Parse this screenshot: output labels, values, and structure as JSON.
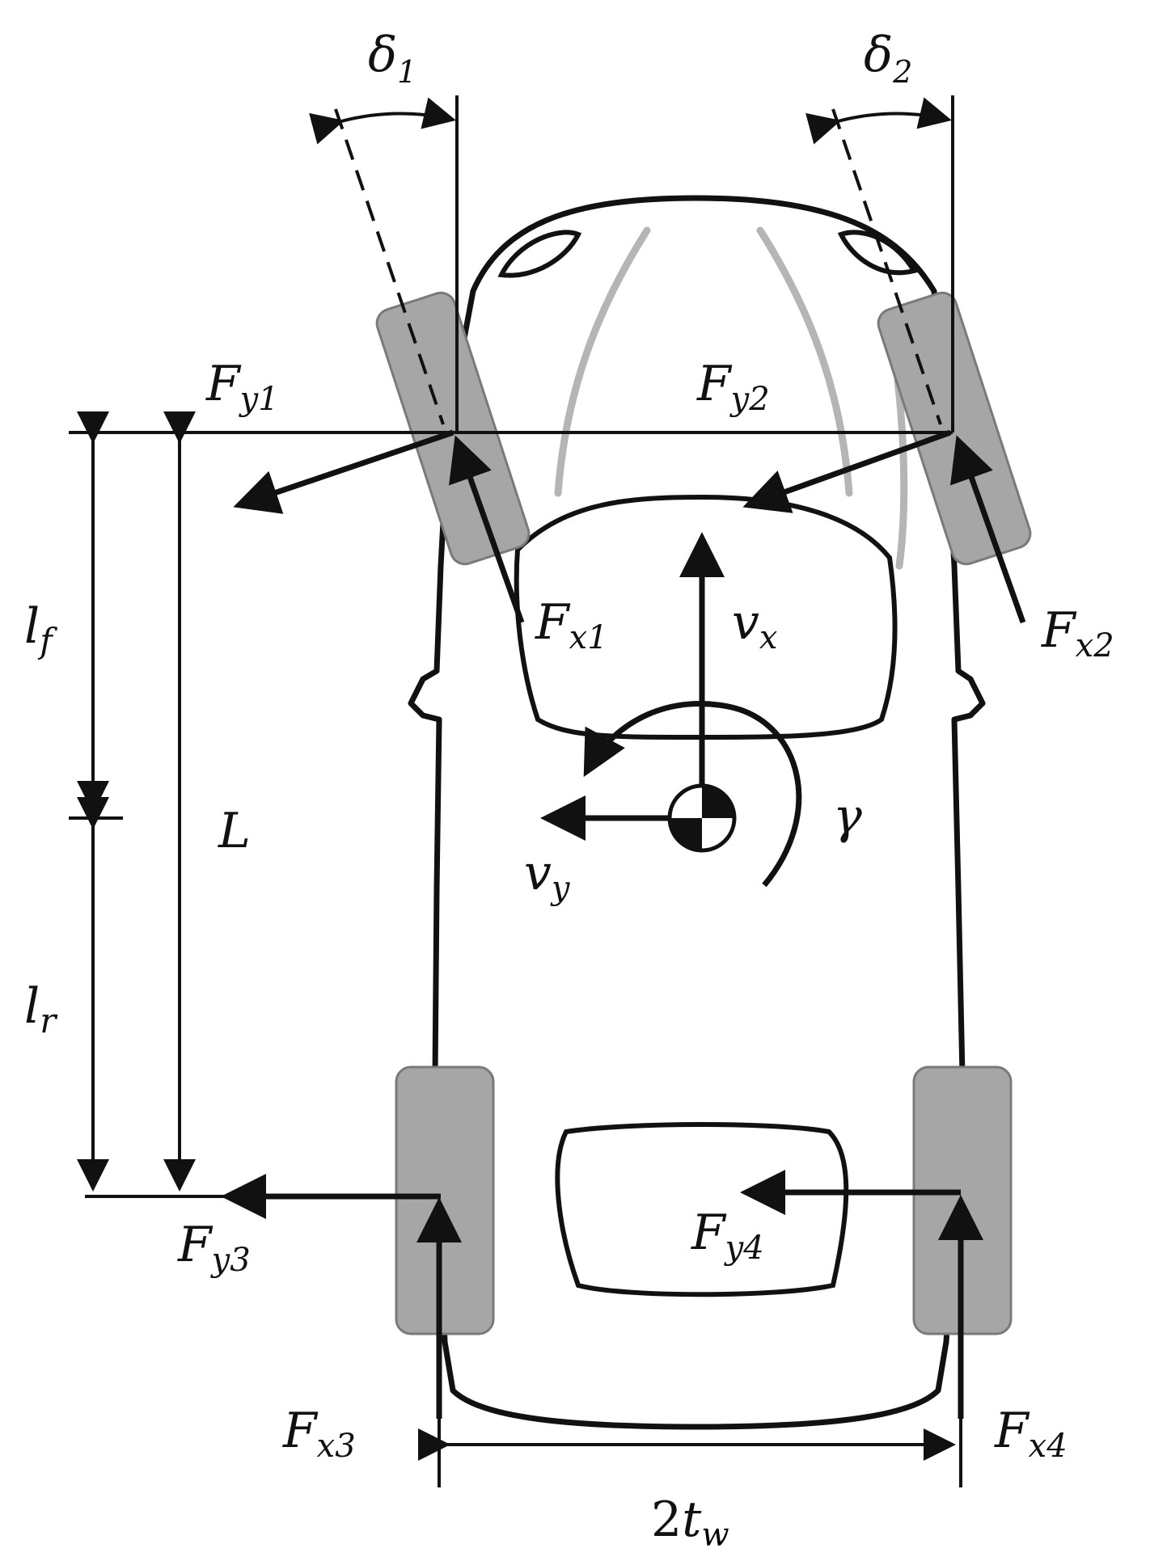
{
  "labels": {
    "delta1": {
      "main": "δ",
      "sub": "1"
    },
    "delta2": {
      "main": "δ",
      "sub": "2"
    },
    "fy1": {
      "main": "F",
      "sub": "y1"
    },
    "fy2": {
      "main": "F",
      "sub": "y2"
    },
    "fy3": {
      "main": "F",
      "sub": "y3"
    },
    "fy4": {
      "main": "F",
      "sub": "y4"
    },
    "fx1": {
      "main": "F",
      "sub": "x1"
    },
    "fx2": {
      "main": "F",
      "sub": "x2"
    },
    "fx3": {
      "main": "F",
      "sub": "x3"
    },
    "fx4": {
      "main": "F",
      "sub": "x4"
    },
    "vx": {
      "main": "v",
      "sub": "x"
    },
    "vy": {
      "main": "v",
      "sub": "y"
    },
    "gamma": "γ",
    "lf": {
      "main": "l",
      "sub": "f"
    },
    "lr": {
      "main": "l",
      "sub": "r"
    },
    "L": "L",
    "tw": {
      "prefix": "2",
      "main": "t",
      "sub": "w"
    }
  },
  "colors": {
    "stroke": "#111111",
    "wheel": "#a6a6a6",
    "wheel_edge": "#7a7a7a",
    "window_line": "#b5b5b5"
  }
}
